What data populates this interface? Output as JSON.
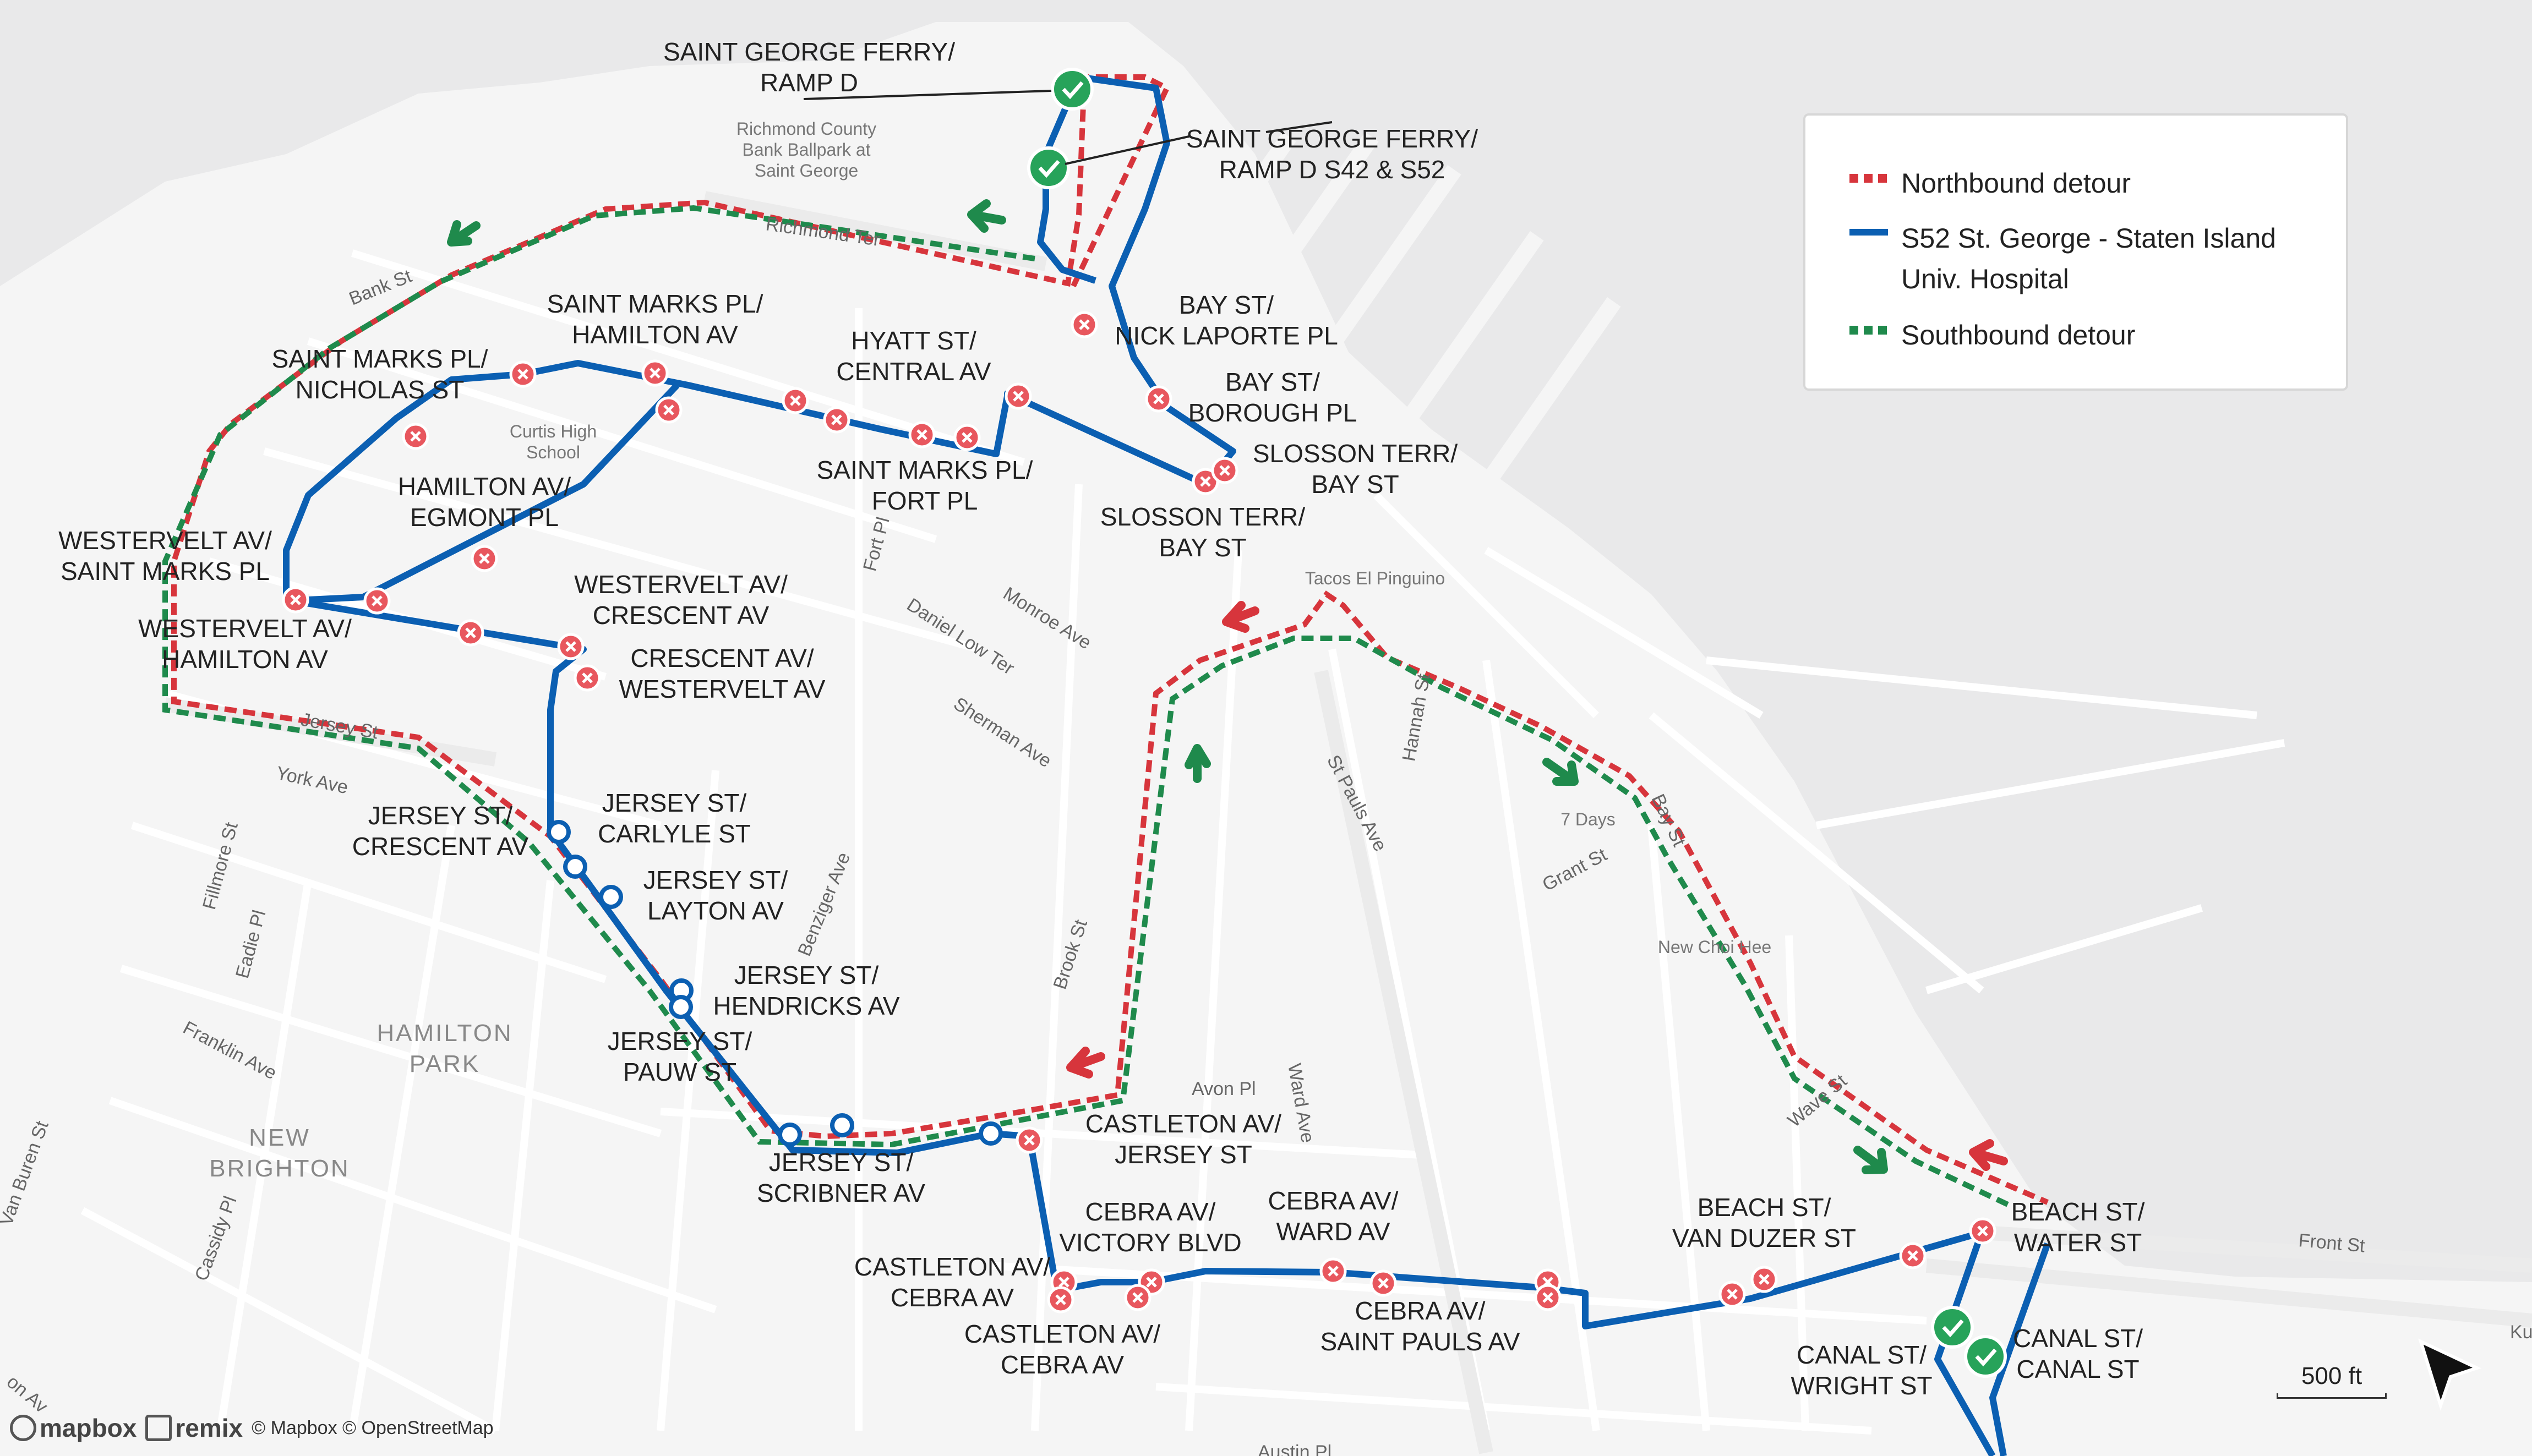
{
  "legend": {
    "items": [
      {
        "label": "Northbound detour",
        "color": "#d7353c",
        "style": "dashed"
      },
      {
        "label": "S52 St. George - Staten Island Univ. Hospital",
        "color": "#0b5fb2",
        "style": "solid"
      },
      {
        "label": "Southbound detour",
        "color": "#1f8a4c",
        "style": "dashed"
      }
    ]
  },
  "map": {
    "colors": {
      "land": "#f4f4f4",
      "water": "#e5e5e7",
      "route": "#0b5fb2",
      "northbound": "#d7353c",
      "southbound": "#1f8a4c",
      "closed_stop": "#e8575e",
      "active_stop": "#27a35a"
    },
    "stop_labels": [
      "SAINT GEORGE FERRY/ RAMP D",
      "SAINT GEORGE FERRY/ RAMP D S42 & S52",
      "BAY ST/ NICK LAPORTE PL",
      "BAY ST/ BOROUGH PL",
      "SLOSSON TERR/ BAY ST",
      "SLOSSON TERR/ BAY ST",
      "SAINT MARKS PL/ HAMILTON AV",
      "SAINT MARKS PL/ NICHOLAS ST",
      "HYATT ST/ CENTRAL AV",
      "SAINT MARKS PL/ FORT PL",
      "HAMILTON AV/ EGMONT PL",
      "WESTERVELT AV/ SAINT MARKS PL",
      "WESTERVELT AV/ CRESCENT AV",
      "WESTERVELT AV/ HAMILTON AV",
      "CRESCENT AV/ WESTERVELT AV",
      "JERSEY ST/ CRESCENT AV",
      "JERSEY ST/ CARLYLE ST",
      "JERSEY ST/ LAYTON AV",
      "JERSEY ST/ HENDRICKS AV",
      "JERSEY ST/ PAUW ST",
      "JERSEY ST/ SCRIBNER AV",
      "CASTLETON AV/ JERSEY ST",
      "CEBRA AV/ VICTORY BLVD",
      "CEBRA AV/ WARD AV",
      "CASTLETON AV/ CEBRA AV",
      "CASTLETON AV/ CEBRA AV",
      "CEBRA AV/ SAINT PAULS AV",
      "BEACH ST/ VAN DUZER ST",
      "BEACH ST/ WATER ST",
      "CANAL ST/ WRIGHT ST",
      "CANAL ST/ CANAL ST"
    ],
    "streets": [
      "Richmond Ter",
      "Bank St",
      "Jersey St",
      "York Ave",
      "Fort Pl",
      "Daniel Low Ter",
      "Monroe Ave",
      "Sherman Ave",
      "Benziger Ave",
      "Brook St",
      "Avon Pl",
      "Ward Ave",
      "St Pauls Ave",
      "Hannah St",
      "Bay St",
      "Grant St",
      "Wave St",
      "Front St",
      "Fillmore St",
      "Eadie Pl",
      "Franklin Ave",
      "Van Buren St",
      "Cassidy Pl",
      "Austin Pl"
    ],
    "pois": [
      "Richmond County Bank Ballpark at Saint George",
      "Curtis High School",
      "Tacos El Pinguino",
      "7 Days",
      "New Choi Hee"
    ],
    "areas": [
      "HAMILTON PARK",
      "NEW BRIGHTON"
    ],
    "clipped_labels": [
      "Kum",
      "on Av"
    ]
  },
  "scale": {
    "label": "500 ft"
  },
  "attribution": {
    "mapbox": "mapbox",
    "remix": "remix",
    "text": "© Mapbox © OpenStreetMap"
  }
}
